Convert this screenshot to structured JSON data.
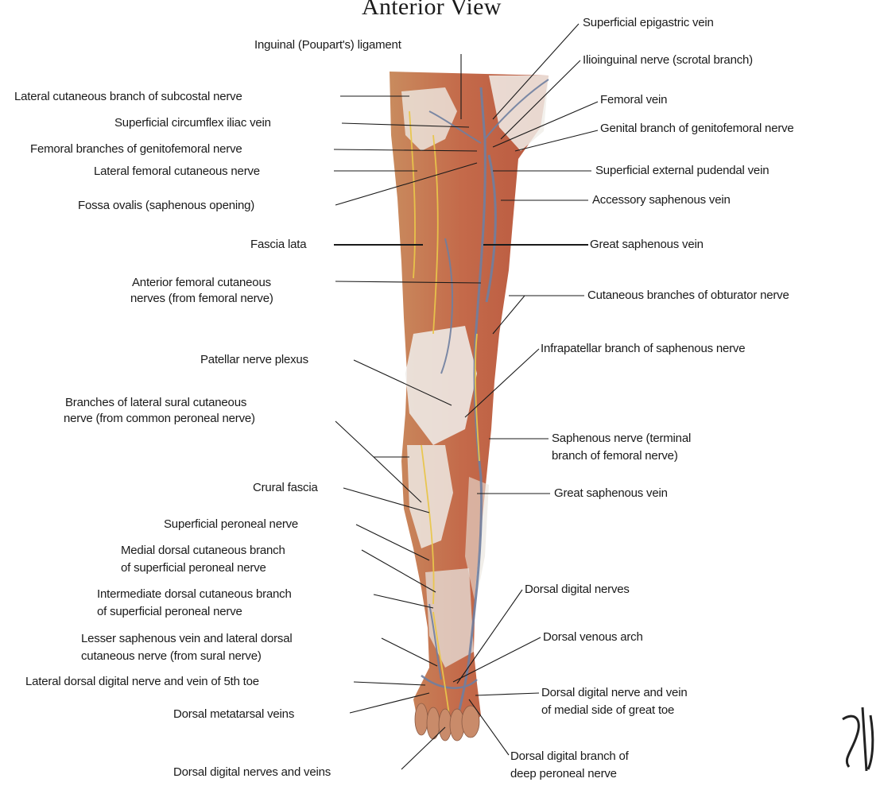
{
  "title": "Anterior View",
  "labels": {
    "inguinal_ligament": "Inguinal (Poupart's) ligament",
    "lat_cut_subcostal": "Lateral cutaneous branch of subcostal nerve",
    "sup_circumflex_iliac": "Superficial circumflex iliac vein",
    "femoral_genitofemoral": "Femoral branches of genitofemoral nerve",
    "lat_femoral_cutaneous": "Lateral femoral cutaneous nerve",
    "fossa_ovalis": "Fossa ovalis (saphenous opening)",
    "fascia_lata": "Fascia lata",
    "ant_femoral_cutaneous_1": "Anterior femoral cutaneous",
    "ant_femoral_cutaneous_2": "nerves (from femoral nerve)",
    "patellar_plexus": "Patellar nerve plexus",
    "lat_sural_1": "Branches of lateral sural cutaneous",
    "lat_sural_2": "nerve (from common peroneal nerve)",
    "crural_fascia": "Crural fascia",
    "sup_peroneal": "Superficial peroneal nerve",
    "med_dorsal_cut_1": "Medial dorsal cutaneous branch",
    "med_dorsal_cut_2": "of superficial peroneal nerve",
    "int_dorsal_cut_1": "Intermediate dorsal cutaneous branch",
    "int_dorsal_cut_2": "of superficial peroneal nerve",
    "lesser_saphenous_1": "Lesser saphenous vein and lateral dorsal",
    "lesser_saphenous_2": "cutaneous nerve (from sural nerve)",
    "lat_dorsal_digital_5th": "Lateral dorsal digital nerve and vein of 5th toe",
    "dorsal_metatarsal": "Dorsal metatarsal veins",
    "dorsal_digital_nv": "Dorsal digital nerves and veins",
    "sup_epigastric": "Superficial epigastric vein",
    "ilioinguinal": "Ilioinguinal nerve (scrotal branch)",
    "femoral_vein": "Femoral vein",
    "genital_branch": "Genital branch of genitofemoral nerve",
    "sup_ext_pudendal": "Superficial external pudendal vein",
    "accessory_saphenous": "Accessory saphenous vein",
    "great_saphenous_1": "Great saphenous vein",
    "cut_obturator": "Cutaneous branches of obturator nerve",
    "infrapatellar": "Infrapatellar branch of saphenous nerve",
    "saphenous_terminal_1": "Saphenous nerve (terminal",
    "saphenous_terminal_2": "branch of femoral nerve)",
    "great_saphenous_2": "Great saphenous vein",
    "dorsal_digital_nerves": "Dorsal digital nerves",
    "dorsal_venous_arch": "Dorsal venous arch",
    "dd_great_toe_1": "Dorsal digital nerve and vein",
    "dd_great_toe_2": "of medial side of great toe",
    "dd_deep_peroneal_1": "Dorsal digital branch of",
    "dd_deep_peroneal_2": "deep peroneal nerve"
  },
  "colors": {
    "muscle": "#c8734f",
    "fascia": "#eeeae4",
    "vein": "#6f7fa0",
    "nerve": "#e9c64a",
    "leader": "#1a1a1a"
  }
}
